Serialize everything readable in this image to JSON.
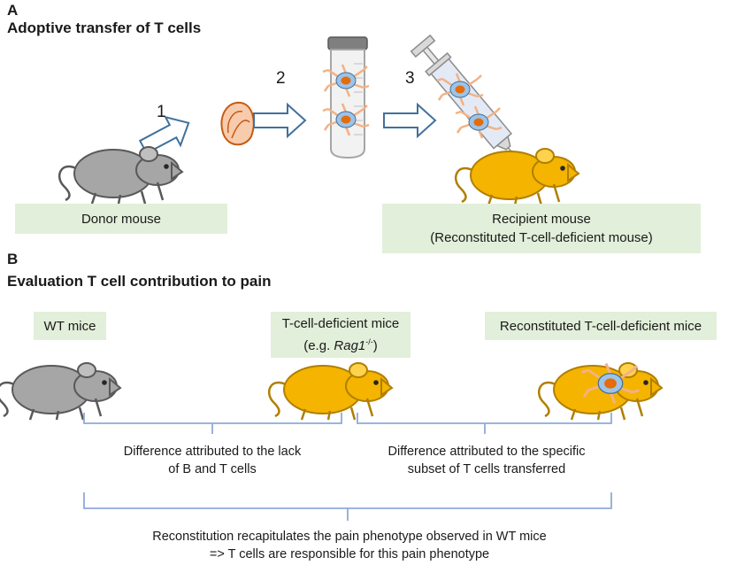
{
  "panel_a": {
    "letter": "A",
    "title": "Adoptive transfer of T cells",
    "steps": [
      "1",
      "2",
      "3"
    ],
    "donor_label": "Donor mouse",
    "recipient_label_line1": "Recipient mouse",
    "recipient_label_line2": "(Reconstituted T-cell-deficient mouse)"
  },
  "panel_b": {
    "letter": "B",
    "title": "Evaluation T cell contribution to pain",
    "wt_label": "WT mice",
    "deficient_label": "T-cell-deficient mice",
    "deficient_example_prefix": "(e.g. ",
    "deficient_example_gene": "Rag1",
    "deficient_example_sup": "-/-",
    "deficient_example_suffix": ")",
    "reconstituted_label": "Reconstituted T-cell-deficient mice",
    "diff1_line1": "Difference attributed to the lack",
    "diff1_line2": "of B and T cells",
    "diff2_line1": "Difference attributed to the specific",
    "diff2_line2": "subset of T cells transferred",
    "conclusion_line1": "Reconstitution recapitulates the pain phenotype observed in WT mice",
    "conclusion_line2": "=> T cells are responsible for this pain phenotype"
  },
  "colors": {
    "label_box": "#e2efda",
    "arrow_outline": "#41719c",
    "bracket": "#8eaadb",
    "grey_mouse": "#a6a6a6",
    "yellow_mouse": "#f4b400",
    "t_cell_nucleus": "#e46c0a",
    "t_cell_body": "#9dc3e6",
    "t_cell_processes": "#f4b183",
    "spleen": "#f4b183"
  }
}
